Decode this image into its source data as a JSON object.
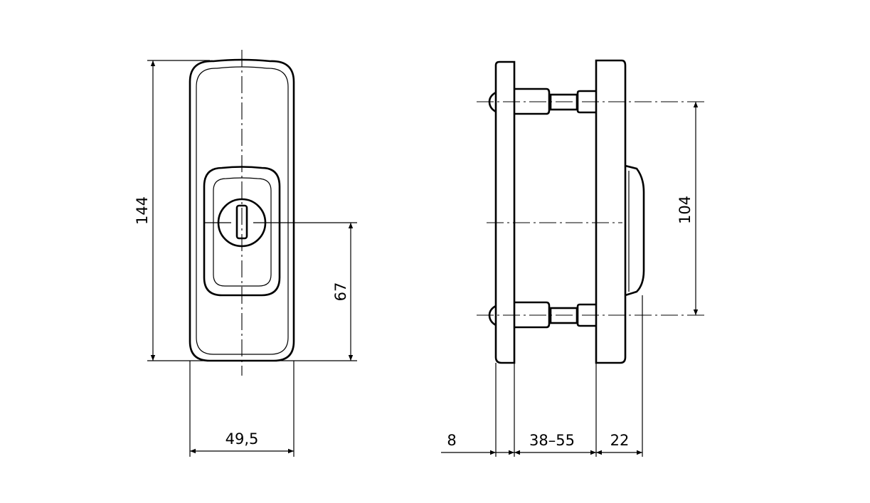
{
  "drawing": {
    "front_view": {
      "dimensions": {
        "height": "144",
        "cylinder_offset": "67",
        "width": "49,5"
      }
    },
    "side_view": {
      "dimensions": {
        "screw_spacing": "104",
        "outer_plate": "8",
        "door_thickness": "38–55",
        "inner_plate": "22"
      }
    },
    "line_color": "#000000"
  }
}
